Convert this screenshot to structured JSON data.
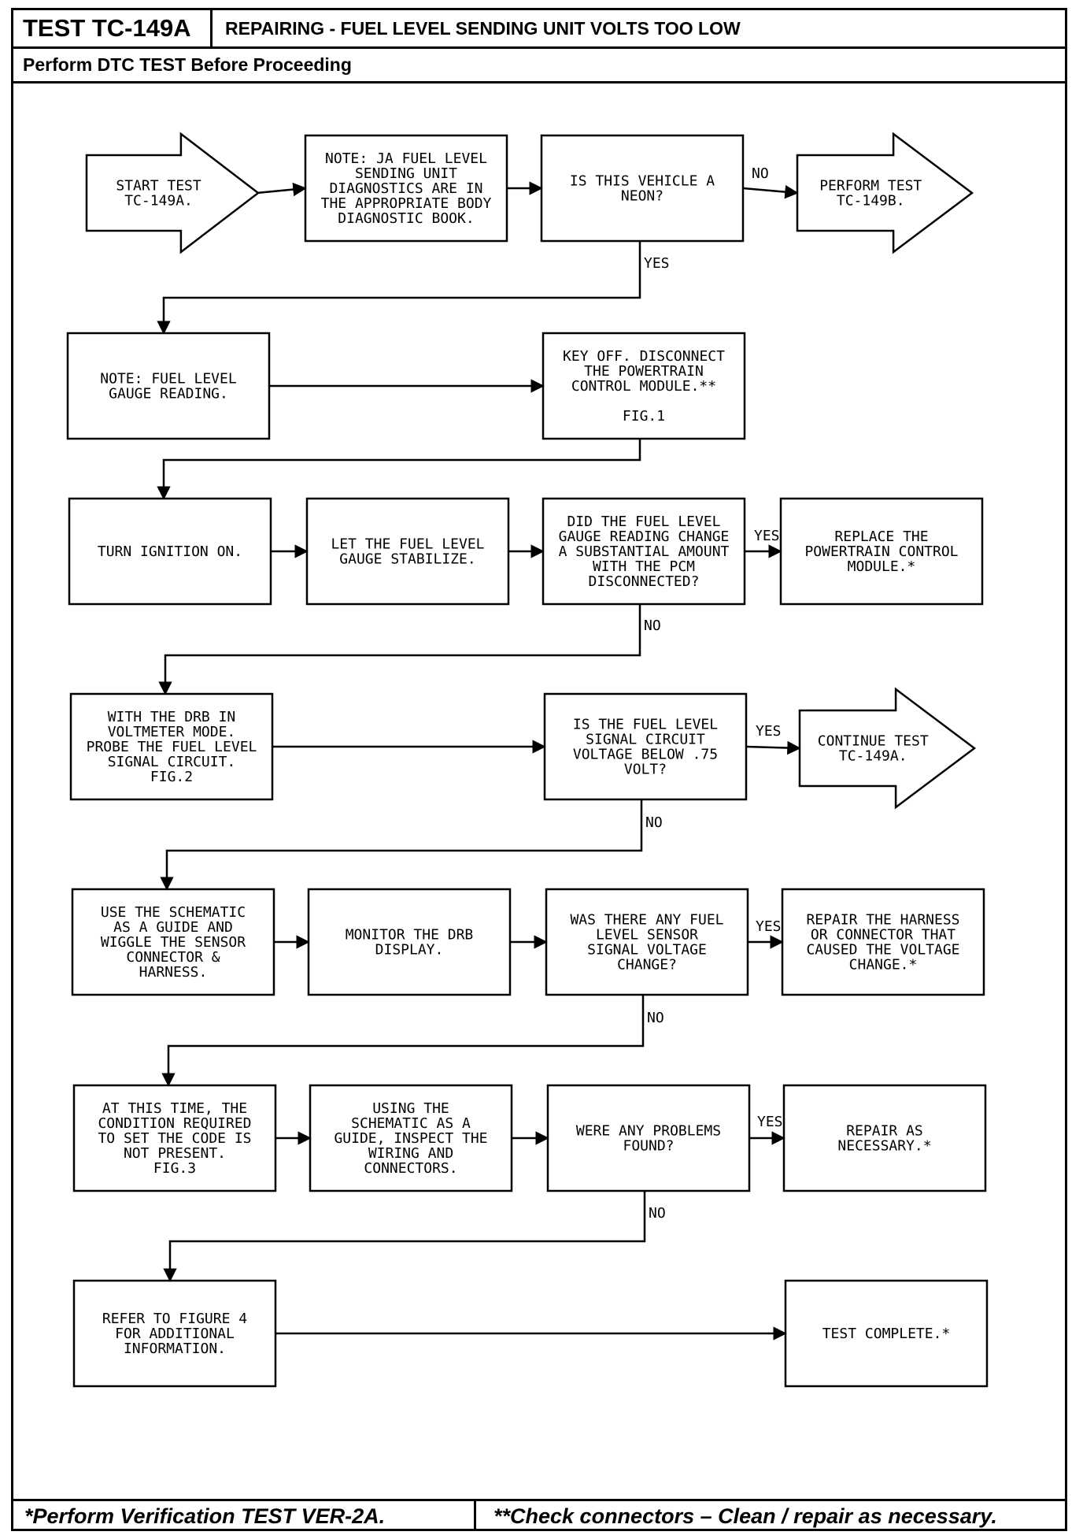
{
  "header": {
    "test_id": "TEST TC-149A",
    "title": "REPAIRING - FUEL LEVEL SENDING UNIT VOLTS TOO LOW",
    "subtitle": "Perform DTC TEST Before Proceeding"
  },
  "footer": {
    "left": "*Perform Verification TEST VER-2A.",
    "right": "**Check connectors – Clean / repair as necessary."
  },
  "labels": {
    "yes": "YES",
    "no": "NO"
  },
  "boxes": {
    "start": [
      "START TEST",
      "TC-149A."
    ],
    "note_ja": [
      "NOTE: JA FUEL LEVEL",
      "SENDING UNIT",
      "DIAGNOSTICS ARE IN",
      "THE APPROPRIATE BODY",
      "DIAGNOSTIC BOOK."
    ],
    "is_neon": [
      "IS THIS VEHICLE A",
      "NEON?"
    ],
    "perform_149b": [
      "PERFORM TEST",
      "TC-149B."
    ],
    "note_gauge": [
      "NOTE: FUEL LEVEL",
      "GAUGE READING."
    ],
    "key_off": [
      "KEY OFF. DISCONNECT",
      "THE POWERTRAIN",
      "CONTROL MODULE.**",
      "",
      "FIG.1"
    ],
    "turn_ignition": [
      "TURN IGNITION ON."
    ],
    "let_gauge": [
      "LET THE FUEL LEVEL",
      "GAUGE STABILIZE."
    ],
    "did_gauge": [
      "DID THE FUEL LEVEL",
      "GAUGE READING CHANGE",
      "A SUBSTANTIAL AMOUNT",
      "WITH THE PCM",
      "DISCONNECTED?"
    ],
    "replace_pcm": [
      "REPLACE THE",
      "POWERTRAIN CONTROL",
      "MODULE.*"
    ],
    "with_drb": [
      "WITH THE DRB IN",
      "VOLTMETER MODE.",
      "PROBE THE FUEL LEVEL",
      "SIGNAL CIRCUIT.",
      "FIG.2"
    ],
    "is_signal": [
      "IS THE FUEL LEVEL",
      "SIGNAL CIRCUIT",
      "VOLTAGE BELOW .75",
      "VOLT?"
    ],
    "continue_149a": [
      "CONTINUE TEST",
      "TC-149A."
    ],
    "use_schematic": [
      "USE THE SCHEMATIC",
      "AS A GUIDE AND",
      "WIGGLE THE SENSOR",
      "CONNECTOR &",
      "HARNESS."
    ],
    "monitor_drb": [
      "MONITOR THE DRB",
      "DISPLAY."
    ],
    "was_change": [
      "WAS THERE ANY FUEL",
      "LEVEL SENSOR",
      "SIGNAL VOLTAGE",
      "CHANGE?"
    ],
    "repair_harness": [
      "REPAIR THE HARNESS",
      "OR CONNECTOR THAT",
      "CAUSED THE VOLTAGE",
      "CHANGE.*"
    ],
    "at_this_time": [
      "AT THIS TIME, THE",
      "CONDITION REQUIRED",
      "TO SET THE CODE IS",
      "NOT PRESENT.",
      "FIG.3"
    ],
    "using_schematic": [
      "USING THE",
      "SCHEMATIC AS A",
      "GUIDE, INSPECT THE",
      "WIRING AND",
      "CONNECTORS."
    ],
    "were_problems": [
      "WERE ANY PROBLEMS",
      "FOUND?"
    ],
    "repair_necessary": [
      "REPAIR AS",
      "NECESSARY.*"
    ],
    "refer_fig4": [
      "REFER TO FIGURE 4",
      "FOR ADDITIONAL",
      "INFORMATION."
    ],
    "test_complete": [
      "TEST COMPLETE.*"
    ]
  }
}
